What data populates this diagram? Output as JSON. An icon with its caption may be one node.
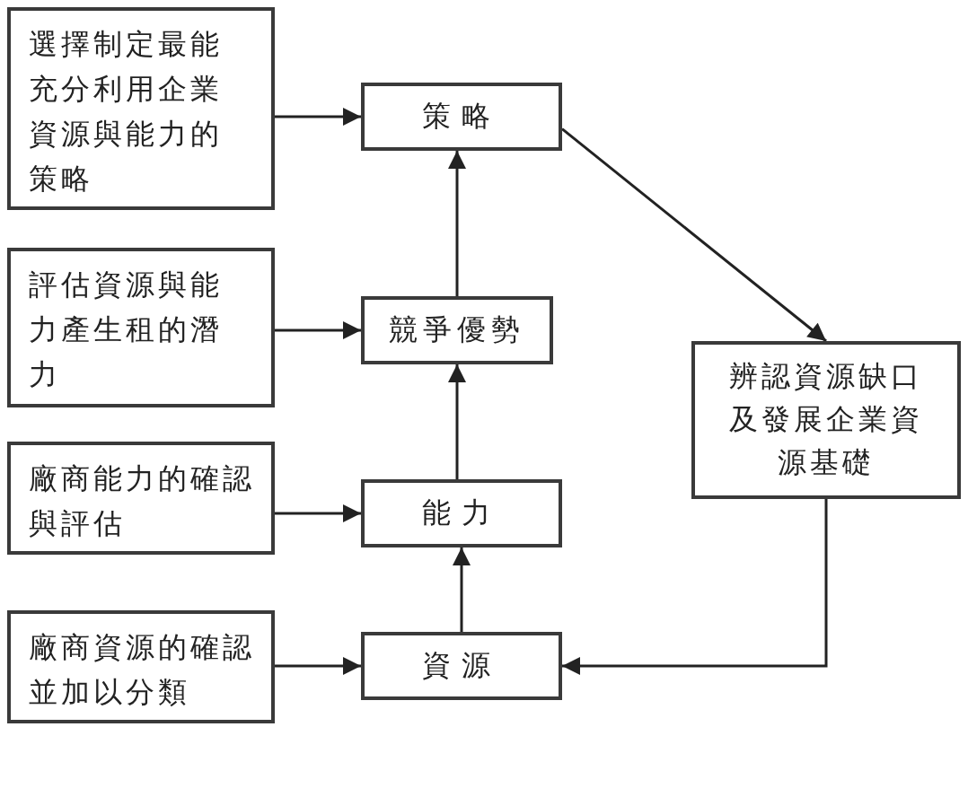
{
  "diagram": {
    "nodes": [
      {
        "text": [
          "選擇制定最能充分利用企業資源與能力的策略"
        ]
      },
      {
        "text": [
          "策略"
        ]
      },
      {
        "text": [
          "評估資源與能力產生租的潛力"
        ]
      },
      {
        "text": [
          "競爭優勢"
        ]
      },
      {
        "text": [
          "辨認資源缺口及發展企業資源基礎"
        ]
      },
      {
        "text": [
          "廠商能力的確認與評估"
        ]
      },
      {
        "text": [
          "能力"
        ]
      },
      {
        "text": [
          "廠商資源的確認並加以分類"
        ]
      },
      {
        "text": [
          "資源"
        ]
      }
    ],
    "edges": [
      {
        "from": 0,
        "to": 1,
        "arrow": "to"
      },
      {
        "from": 1,
        "to": 4,
        "arrow": "to"
      },
      {
        "from": 2,
        "to": 3,
        "arrow": "to"
      },
      {
        "from": 3,
        "to": 1,
        "arrow": "to"
      },
      {
        "from": 5,
        "to": 6,
        "arrow": "to"
      },
      {
        "from": 6,
        "to": 3,
        "arrow": "to"
      },
      {
        "from": 7,
        "to": 8,
        "arrow": "to"
      },
      {
        "from": 8,
        "to": 6,
        "arrow": "to"
      },
      {
        "from": 4,
        "to": 8,
        "arrow": "to"
      }
    ]
  }
}
